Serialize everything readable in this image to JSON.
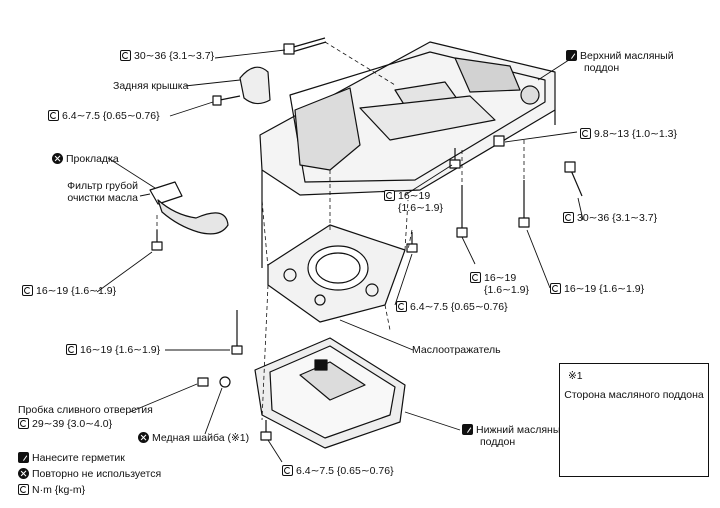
{
  "labels": {
    "bolt_top_torque": "30∼36 {3.1∼3.7}",
    "rear_cover": "Задняя крышка",
    "rear_cover_torque": "6.4∼7.5 {0.65∼0.76}",
    "upper_pan_line1": "Верхний масляный",
    "upper_pan_line2": "поддон",
    "nut_torque": "9.8∼13 {1.0∼1.3}",
    "gasket": "Прокладка",
    "strainer_line1": "Фильтр грубой",
    "strainer_line2": "очистки масла",
    "mid_torque_line1": "16∼19",
    "mid_torque_line2": "{1.6∼1.9}",
    "right_bolt_torque": "30∼36 {3.1∼3.7}",
    "strainer_bolt_torque": "16∼19 {1.6∼1.9}",
    "stud_torque_line1": "16∼19",
    "stud_torque_line2": "{1.6∼1.9}",
    "right_stud_torque": "16∼19 {1.6∼1.9}",
    "baffle_torque": "6.4∼7.5 {0.65∼0.76}",
    "left_bolt_torque": "16∼19 {1.6∼1.9}",
    "baffle": "Маслоотражатель",
    "drain_plug": "Пробка сливного отверстия",
    "drain_plug_torque": "29∼39 {3.0∼4.0}",
    "washer": "Медная шайба (※1)",
    "lower_pan_line1": "Нижний масляный",
    "lower_pan_line2": "поддон",
    "lower_pan_torque": "6.4∼7.5 {0.65∼0.76}"
  },
  "legend": {
    "sealant": "Нанесите герметик",
    "no_reuse": "Повторно не используется",
    "units": "N·m {kg-m}"
  },
  "inset": {
    "mark": "※1",
    "caption": "Сторона масляного поддона"
  },
  "icons": {
    "torque": "torque-wrench-icon",
    "sealant": "sealant-icon",
    "no_reuse": "no-reuse-icon"
  }
}
